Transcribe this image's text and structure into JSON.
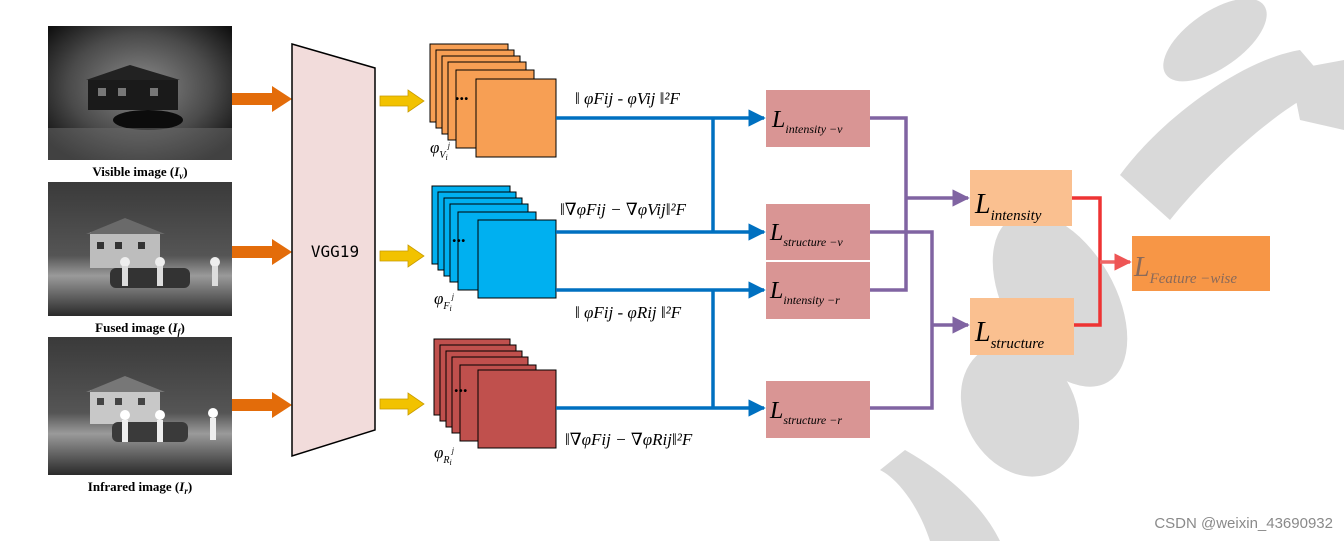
{
  "inputs": {
    "visible": {
      "label_pre": "Visible image (",
      "label_sym": "I",
      "label_sub": "v",
      "label_post": ")"
    },
    "fused": {
      "label_pre": "Fused image (",
      "label_sym": "I",
      "label_sub": "f",
      "label_post": ")"
    },
    "infrared": {
      "label_pre": "Infrared image (",
      "label_sym": "I",
      "label_sub": "r",
      "label_post": ")"
    }
  },
  "network": {
    "label": "VGG19"
  },
  "feature_maps": {
    "dots": "...",
    "visible": {
      "sym": "φ",
      "sub": "V",
      "subsub": "i",
      "sup": "j",
      "color": "#f79f54"
    },
    "fused": {
      "sym": "φ",
      "sub": "F",
      "subsub": "i",
      "sup": "j",
      "color": "#00b0f0"
    },
    "infrared": {
      "sym": "φ",
      "sub": "R",
      "subsub": "i",
      "sup": "j",
      "color": "#c0504d"
    }
  },
  "formulas": {
    "intensity_v": "‖ φFij - φVij ‖²F",
    "structure_v": "‖∇φFij − ∇φVij‖²F",
    "intensity_r": "‖ φFij - φRij ‖²F",
    "structure_r": "‖∇φFij − ∇φRij‖²F",
    "sq": "2",
    "F": "F"
  },
  "losses": {
    "L": "L",
    "intensity_v": {
      "sub": "intensity −v"
    },
    "structure_v": {
      "sub": "structure −v"
    },
    "intensity_r": {
      "sub": "intensity −r"
    },
    "structure_r": {
      "sub": "structure −r"
    },
    "intensity": {
      "sub": "intensity"
    },
    "structure": {
      "sub": "structure"
    },
    "feature": {
      "sub": "Feature −wise"
    }
  },
  "colors": {
    "orange_arrow": "#e36c0a",
    "yellow_arrow": "#f2c200",
    "blue_line": "#0070c0",
    "purple_line": "#8064a2",
    "red_line": "#ee3333",
    "loss_box": "#d99594",
    "agg_box": "#fac090",
    "final_box": "#f79646",
    "vgg_fill": "#f2dcdb"
  },
  "watermark": "CSDN @weixin_43690932"
}
